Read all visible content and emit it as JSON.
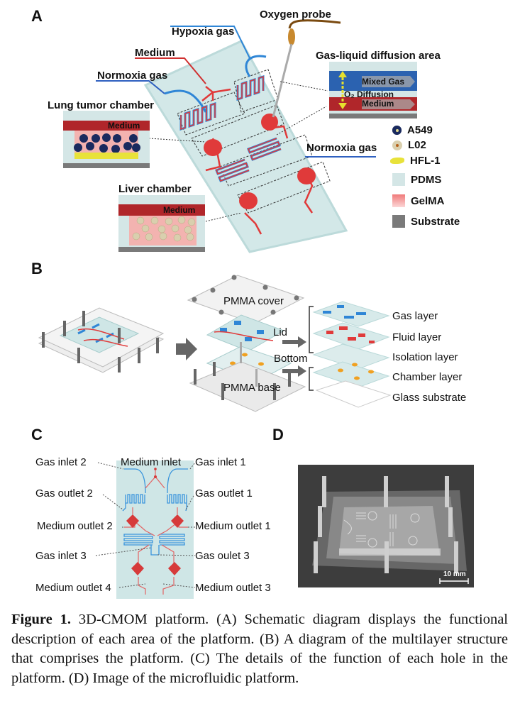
{
  "figure": {
    "panels": {
      "A": {
        "label": "A",
        "labels": {
          "oxygen_probe": "Oxygen probe",
          "hypoxia_gas": "Hypoxia gas",
          "medium": "Medium",
          "normoxia_gas": "Normoxia gas",
          "normoxia_gas_2": "Normoxia gas",
          "lung_tumor_chamber": "Lung tumor chamber",
          "liver_chamber": "Liver chamber",
          "gas_liquid_area": "Gas-liquid diffusion area"
        },
        "insets": {
          "lung_medium": "Medium",
          "liver_medium": "Medium",
          "mixed_gas": "Mixed Gas",
          "o2_diffusion": "O₂ Diffusion",
          "diffusion_medium": "Medium"
        },
        "legend": [
          {
            "label": "A549",
            "icon": "a549-cell-icon"
          },
          {
            "label": "L02",
            "icon": "l02-cell-icon"
          },
          {
            "label": "HFL-1",
            "icon": "hfl1-cell-icon"
          },
          {
            "label": "PDMS",
            "icon": "pdms-swatch",
            "color": "#d4e6e6"
          },
          {
            "label": "GelMA",
            "icon": "gelma-swatch",
            "color": "#f08a8a"
          },
          {
            "label": "Substrate",
            "icon": "substrate-swatch",
            "color": "#7a7a7a"
          }
        ]
      },
      "B": {
        "label": "B",
        "labels": {
          "pmma_cover": "PMMA cover",
          "pmma_base": "PMMA base",
          "lid": "Lid",
          "bottom": "Bottom"
        },
        "layers": [
          "Gas layer",
          "Fluid layer",
          "Isolation layer",
          "Chamber layer",
          "Glass substrate"
        ]
      },
      "C": {
        "label": "C",
        "ports_left": [
          "Gas inlet 2",
          "Gas outlet 2",
          "Medium outlet 2",
          "Gas inlet 3",
          "Medium outlet 4"
        ],
        "ports_right": [
          "Gas inlet 1",
          "Gas outlet 1",
          "Medium outlet 1",
          "Gas oulet 3",
          "Medium outlet 3"
        ],
        "port_top": "Medium inlet"
      },
      "D": {
        "label": "D",
        "scale_bar": "10 mm"
      }
    },
    "colors": {
      "gas": "#2f86d6",
      "medium": "#e03a3a",
      "pdms": "#cfe6e6",
      "substrate": "#7a7a7a",
      "gas_band": "#2b62b0",
      "medium_band": "#b0262a"
    },
    "caption": {
      "title": "Figure 1.",
      "text": " 3D-CMOM platform. (A) Schematic diagram displays the functional description of each area of the platform. (B) A diagram of the multilayer structure that comprises the platform. (C) The details of the function of each hole in the platform. (D) Image of the microfluidic platform."
    }
  }
}
